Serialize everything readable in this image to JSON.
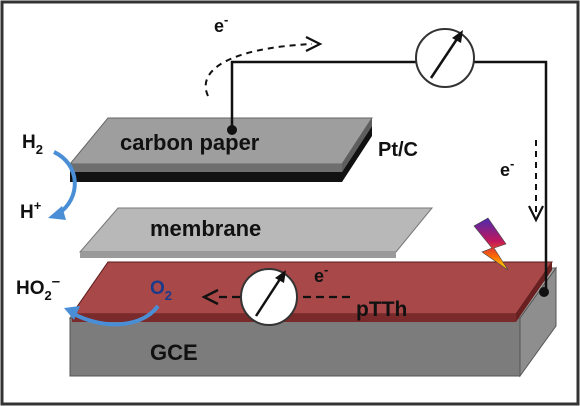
{
  "labels": {
    "electron": "e",
    "electron_sup": "-",
    "carbon_paper": "carbon paper",
    "pt_c": "Pt/C",
    "membrane": "membrane",
    "h2_base": "H",
    "h2_sub": "2",
    "h_plus_base": "H",
    "h_plus_sup": "+",
    "ho2_base": "HO",
    "ho2_sub": "2",
    "ho2_sup": "–",
    "o2_base": "O",
    "o2_sub": "2",
    "ptth": "pTTh",
    "gce": "GCE"
  },
  "colors": {
    "gray_top": "#9e9e9e",
    "gray_side": "#6e6e6e",
    "membrane": "#b8b8b8",
    "ptth_top": "#a84848",
    "ptth_side": "#7a2a2a",
    "gce_top": "#a6a6a6",
    "gce_side": "#7c7c7c",
    "arrow_blue": "#4a8ed6"
  },
  "icons": {
    "ammeter": "ammeter-icon",
    "lightning": "lightning-icon"
  }
}
